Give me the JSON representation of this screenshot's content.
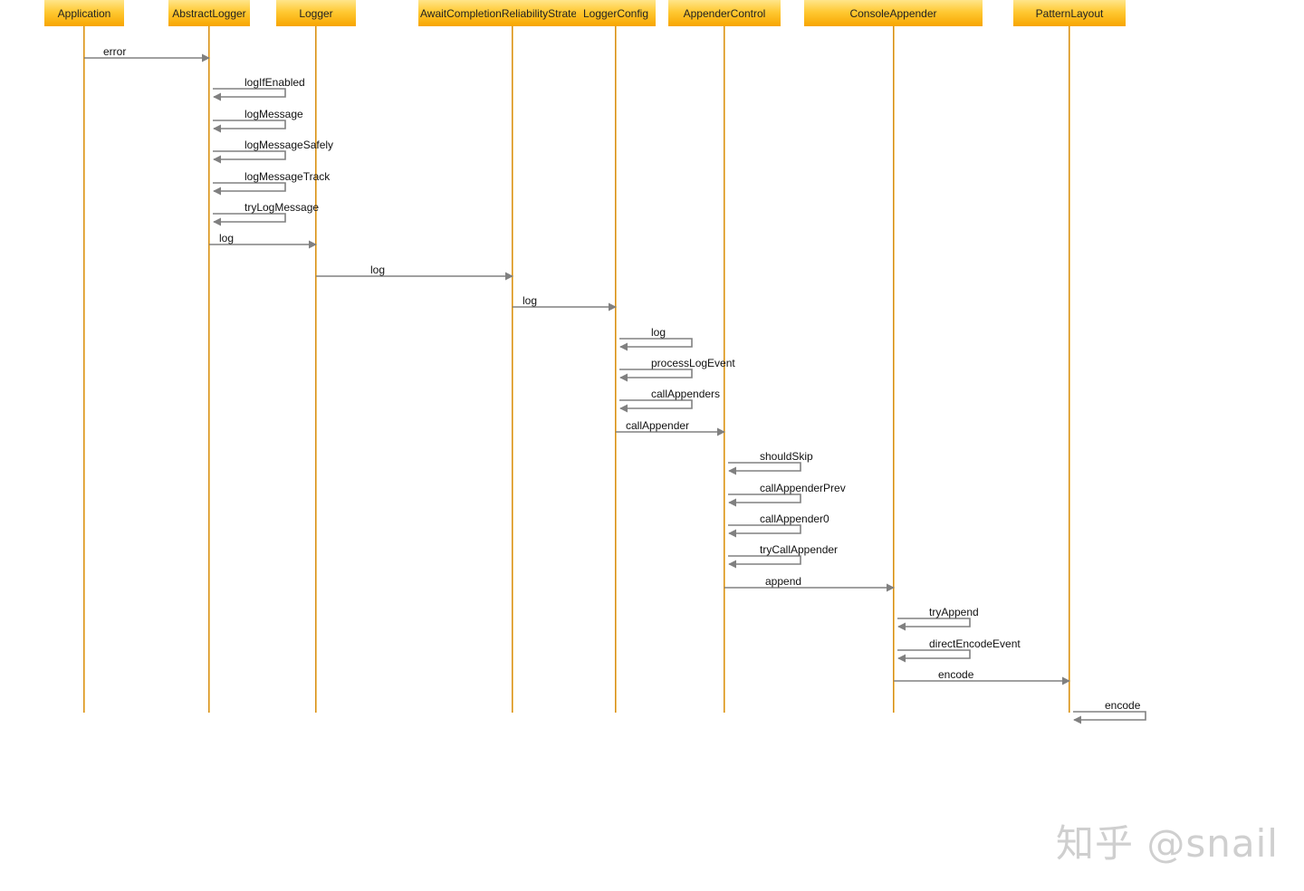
{
  "colors": {
    "header_gradient_top": "#ffe58a",
    "header_gradient_bottom": "#f7a500",
    "lifeline": "#d48e1a",
    "arrow": "#808080",
    "label": "#111111",
    "watermark": "#cfcfcf"
  },
  "lifelines": [
    {
      "id": "app",
      "name": "Application"
    },
    {
      "id": "abs",
      "name": "AbstractLogger"
    },
    {
      "id": "lgr",
      "name": "Logger"
    },
    {
      "id": "await",
      "name": "AwaitCompletionReliabilityStrategy"
    },
    {
      "id": "cfg",
      "name": "LoggerConfig"
    },
    {
      "id": "ctrl",
      "name": "AppenderControl"
    },
    {
      "id": "cons",
      "name": "ConsoleAppender"
    },
    {
      "id": "pat",
      "name": "PatternLayout"
    }
  ],
  "messages": [
    {
      "from": "app",
      "to": "app_abs",
      "label": "error"
    },
    {
      "from": "abs",
      "to": "abs",
      "label": "logIfEnabled"
    },
    {
      "from": "abs",
      "to": "abs",
      "label": "logMessage"
    },
    {
      "from": "abs",
      "to": "abs",
      "label": "logMessageSafely"
    },
    {
      "from": "abs",
      "to": "abs",
      "label": "logMessageTrack"
    },
    {
      "from": "abs",
      "to": "abs",
      "label": "tryLogMessage"
    },
    {
      "from": "abs",
      "to": "lgr",
      "label": "log"
    },
    {
      "from": "lgr",
      "to": "await",
      "label": "log"
    },
    {
      "from": "await",
      "to": "cfg",
      "label": "log"
    },
    {
      "from": "cfg",
      "to": "cfg",
      "label": "log"
    },
    {
      "from": "cfg",
      "to": "cfg",
      "label": "processLogEvent"
    },
    {
      "from": "cfg",
      "to": "cfg",
      "label": "callAppenders"
    },
    {
      "from": "cfg",
      "to": "ctrl",
      "label": "callAppender"
    },
    {
      "from": "ctrl",
      "to": "ctrl",
      "label": "shouldSkip"
    },
    {
      "from": "ctrl",
      "to": "ctrl",
      "label": "callAppenderPrev"
    },
    {
      "from": "ctrl",
      "to": "ctrl",
      "label": "callAppender0"
    },
    {
      "from": "ctrl",
      "to": "ctrl",
      "label": "tryCallAppender"
    },
    {
      "from": "ctrl",
      "to": "cons",
      "label": "append"
    },
    {
      "from": "cons",
      "to": "cons",
      "label": "tryAppend"
    },
    {
      "from": "cons",
      "to": "cons",
      "label": "directEncodeEvent"
    },
    {
      "from": "cons",
      "to": "pat",
      "label": "encode"
    },
    {
      "from": "pat",
      "to": "pat",
      "label": "encode"
    }
  ],
  "watermark": "知乎 @snail"
}
